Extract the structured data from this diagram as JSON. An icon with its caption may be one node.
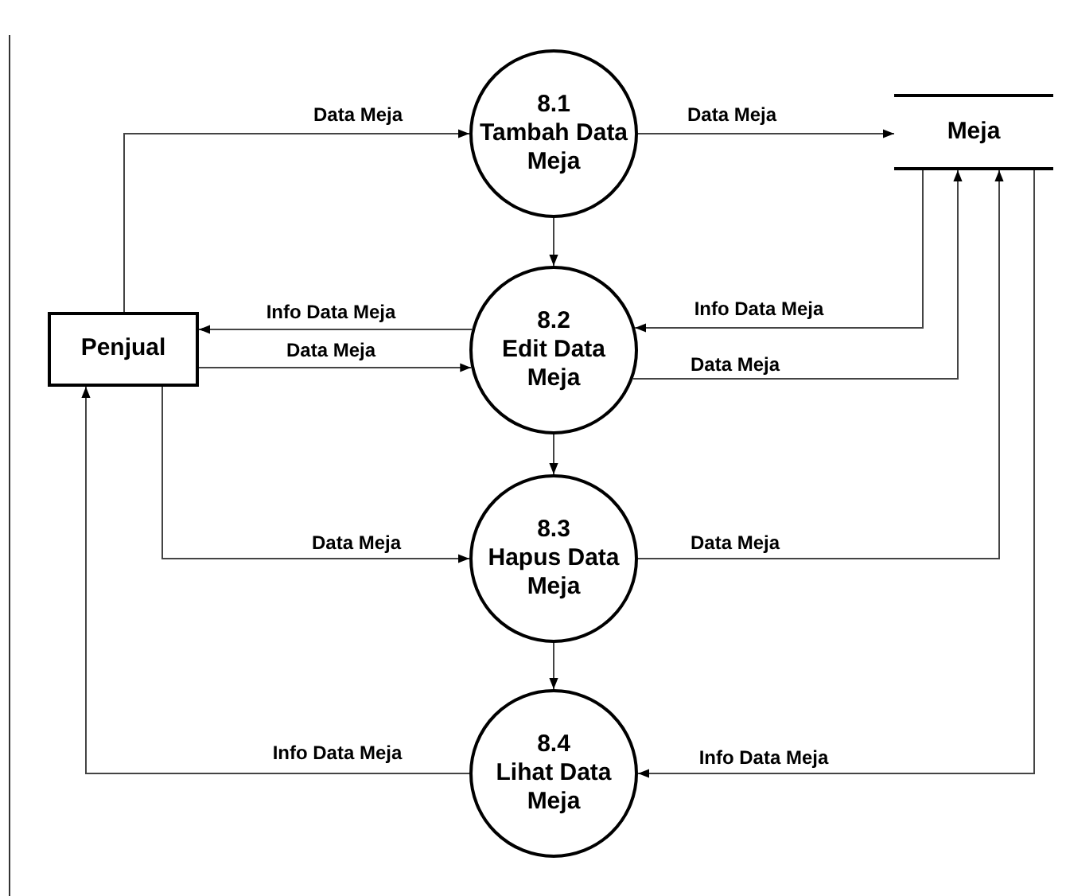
{
  "diagram": {
    "nodes": [
      {
        "text": [
          "Penjual"
        ]
      },
      {
        "text": [
          "8.1",
          "Tambah Data Meja"
        ]
      },
      {
        "text": [
          "8.2",
          "Edit Data Meja"
        ]
      },
      {
        "text": [
          "8.3",
          "Hapus Data Meja"
        ]
      },
      {
        "text": [
          "8.4",
          "Lihat Data Meja"
        ]
      },
      {
        "text": [
          "Meja"
        ]
      }
    ],
    "edges": [
      {
        "from": 0,
        "to": 1,
        "arrow": "to",
        "label": "Data Meja"
      },
      {
        "from": 1,
        "to": 5,
        "arrow": "to",
        "label": "Data Meja"
      },
      {
        "from": 1,
        "to": 2,
        "arrow": "to"
      },
      {
        "from": 2,
        "to": 0,
        "arrow": "to",
        "label": "Info Data Meja"
      },
      {
        "from": 0,
        "to": 2,
        "arrow": "to",
        "label": "Data Meja"
      },
      {
        "from": 5,
        "to": 2,
        "arrow": "to",
        "label": "Info Data Meja"
      },
      {
        "from": 2,
        "to": 5,
        "arrow": "to",
        "label": "Data Meja"
      },
      {
        "from": 2,
        "to": 3,
        "arrow": "to"
      },
      {
        "from": 0,
        "to": 3,
        "arrow": "to",
        "label": "Data Meja"
      },
      {
        "from": 3,
        "to": 5,
        "arrow": "to",
        "label": "Data Meja"
      },
      {
        "from": 3,
        "to": 4,
        "arrow": "to"
      },
      {
        "from": 4,
        "to": 0,
        "arrow": "to",
        "label": "Info Data Meja"
      },
      {
        "from": 5,
        "to": 4,
        "arrow": "to",
        "label": "Info Data Meja"
      }
    ]
  }
}
